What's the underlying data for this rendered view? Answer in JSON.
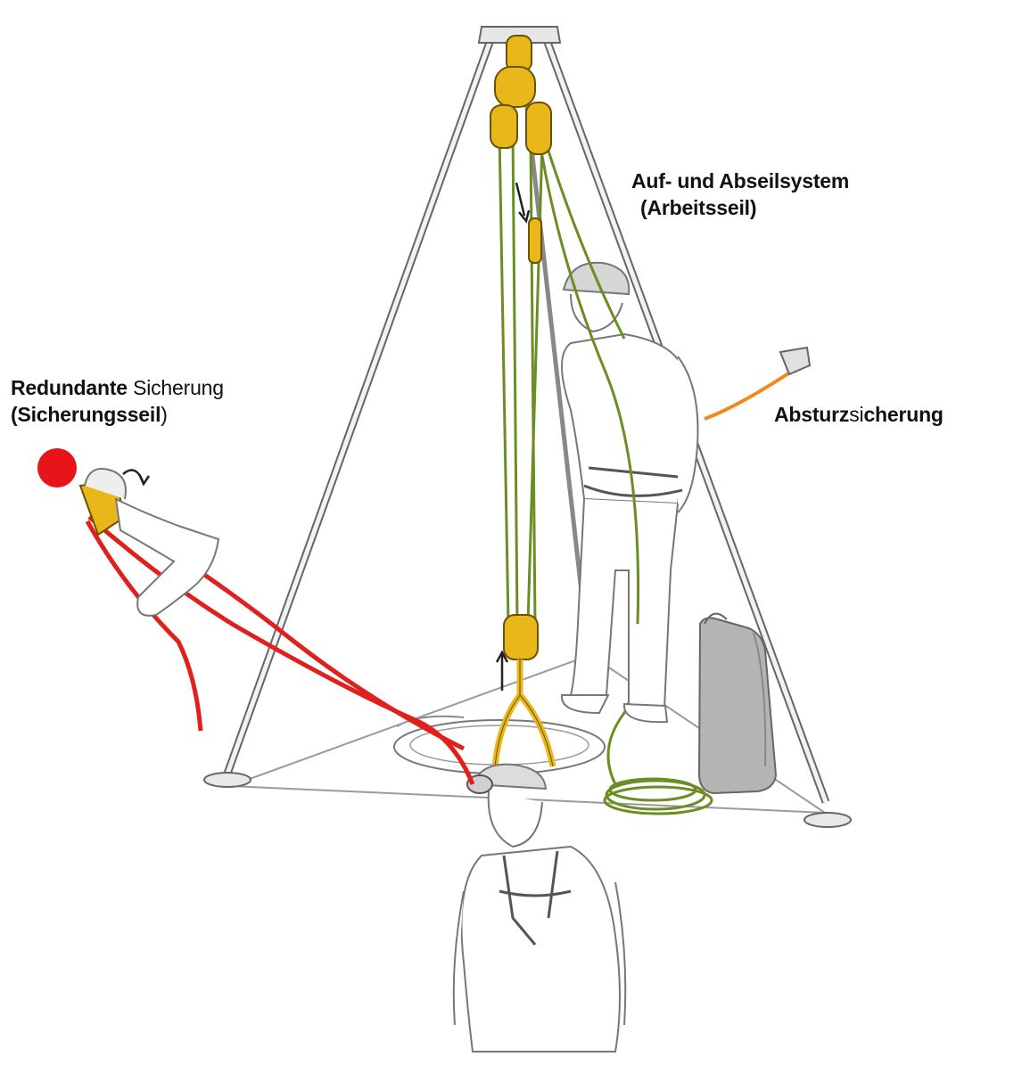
{
  "labels": {
    "work_system": {
      "line1": "Auf- und Abseilsystem",
      "line2": "(Arbeitsseil)"
    },
    "backup": {
      "line1_bold": "Redundante",
      "line1_regular": " Sicherung",
      "line2_bold": "(Sicherungsseil",
      "line2_regular": ")"
    },
    "fall_arrest": {
      "bold_a": "Absturz",
      "regular": "si",
      "bold_b": "cherung"
    }
  },
  "colors": {
    "tripod": "#8a8a8a",
    "working_rope": "#6b8e23",
    "backup_rope": "#e0201c",
    "fall_arrest_lanyard": "#f08a1c",
    "pulleys": "#e8b81a",
    "marker_dot": "#e8141c",
    "rope_bag": "#b4b4b4",
    "figure_outline": "#777777"
  },
  "icons": {
    "marker": "red-dot-marker",
    "rotation": "rotation-arrow-icon",
    "lower_arrow": "down-arrow-icon",
    "raise_arrow": "up-arrow-icon"
  }
}
